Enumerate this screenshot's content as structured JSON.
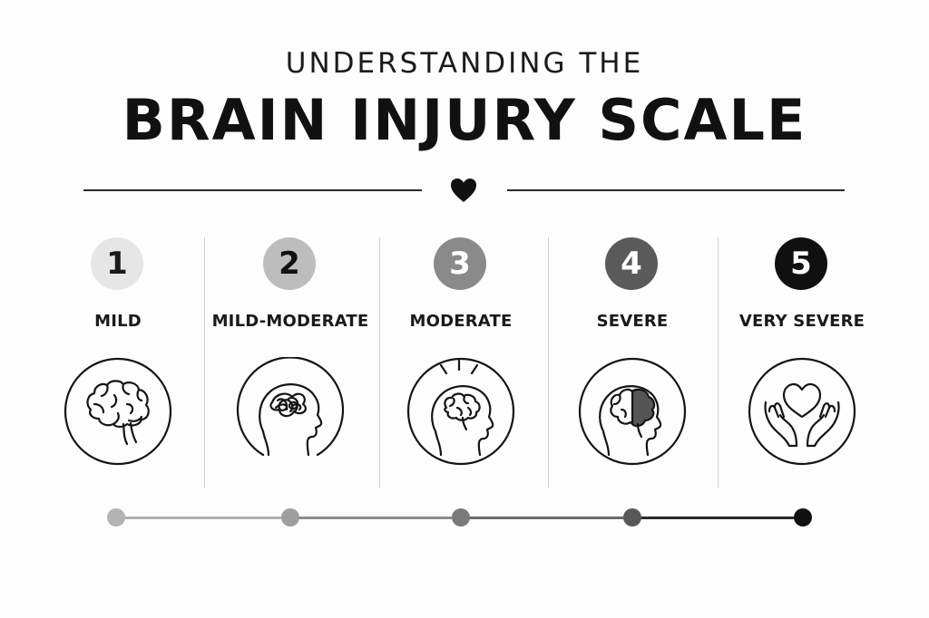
{
  "header": {
    "title_line1": "UNDERSTANDING THE",
    "title_line2": "BRAIN INJURY SCALE",
    "divider_icon": "heart-icon"
  },
  "levels": [
    {
      "number": "1",
      "label": "MILD",
      "icon": "brain-icon",
      "badge_color": "#e6e6e6",
      "badge_text_color": "#1a1a1a"
    },
    {
      "number": "2",
      "label": "MILD-MODERATE",
      "icon": "head-tangled-thoughts-icon",
      "badge_color": "#bdbdbd",
      "badge_text_color": "#111111"
    },
    {
      "number": "3",
      "label": "MODERATE",
      "icon": "head-brain-radiating-icon",
      "badge_color": "#8a8a8a",
      "badge_text_color": "#ffffff"
    },
    {
      "number": "4",
      "label": "SEVERE",
      "icon": "head-brain-damaged-icon",
      "badge_color": "#5a5a5a",
      "badge_text_color": "#ffffff"
    },
    {
      "number": "5",
      "label": "VERY SEVERE",
      "icon": "hands-heart-icon",
      "badge_color": "#101010",
      "badge_text_color": "#ffffff"
    }
  ],
  "scale": {
    "dot_colors": [
      "#b3b3b3",
      "#9e9e9e",
      "#7a7a7a",
      "#585858",
      "#111111"
    ],
    "segment_colors": [
      "#b0b0b0",
      "#8c8c8c",
      "#6a6a6a",
      "#2a2a2a"
    ]
  }
}
